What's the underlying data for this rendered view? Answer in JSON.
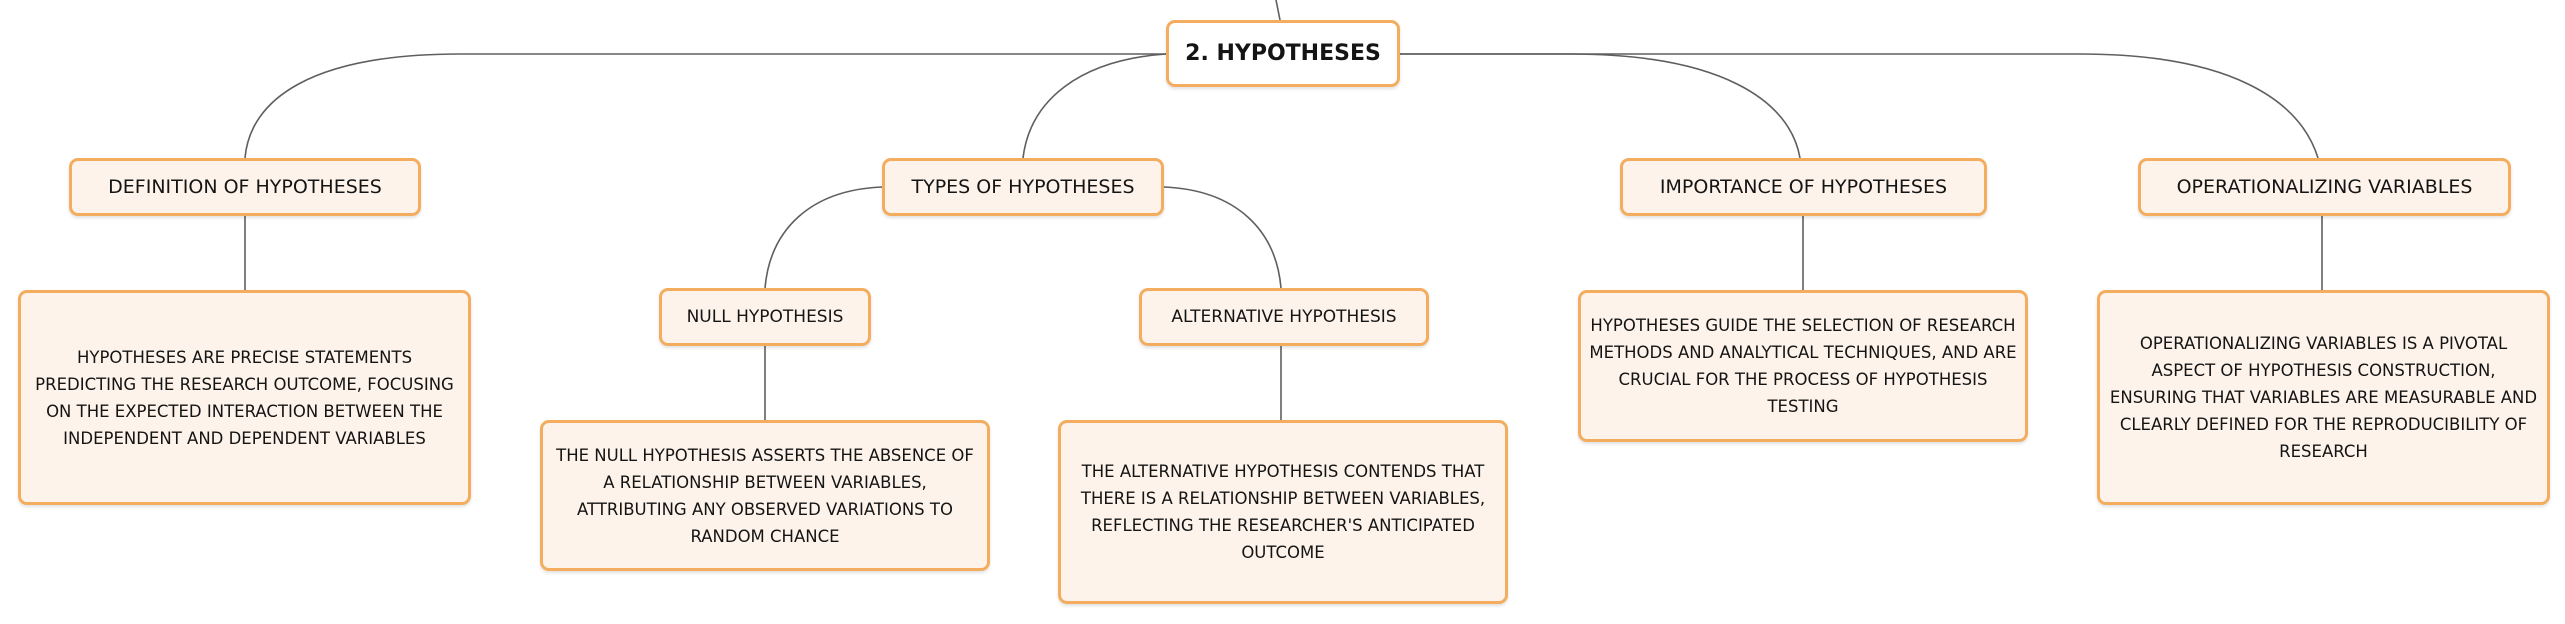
{
  "mindmap": {
    "root": "2. HYPOTHESES",
    "branches": {
      "definition": {
        "label": "DEFINITION OF HYPOTHESES",
        "detail": "HYPOTHESES ARE PRECISE STATEMENTS PREDICTING THE RESEARCH OUTCOME, FOCUSING ON THE EXPECTED INTERACTION BETWEEN THE INDEPENDENT AND DEPENDENT VARIABLES"
      },
      "types": {
        "label": "TYPES OF HYPOTHESES",
        "null": {
          "label": "NULL HYPOTHESIS",
          "detail": "THE NULL HYPOTHESIS ASSERTS THE ABSENCE OF A RELATIONSHIP BETWEEN VARIABLES, ATTRIBUTING ANY OBSERVED VARIATIONS TO RANDOM CHANCE"
        },
        "alternative": {
          "label": "ALTERNATIVE HYPOTHESIS",
          "detail": "THE ALTERNATIVE HYPOTHESIS CONTENDS THAT THERE IS A RELATIONSHIP BETWEEN VARIABLES, REFLECTING THE RESEARCHER'S ANTICIPATED OUTCOME"
        }
      },
      "importance": {
        "label": "IMPORTANCE OF HYPOTHESES",
        "detail": "HYPOTHESES GUIDE THE SELECTION OF RESEARCH METHODS AND ANALYTICAL TECHNIQUES, AND ARE CRUCIAL FOR THE PROCESS OF HYPOTHESIS TESTING"
      },
      "operationalizing": {
        "label": "OPERATIONALIZING VARIABLES",
        "detail": "OPERATIONALIZING VARIABLES IS A PIVOTAL ASPECT OF HYPOTHESIS CONSTRUCTION, ENSURING THAT VARIABLES ARE MEASURABLE AND CLEARLY DEFINED FOR THE REPRODUCIBILITY OF RESEARCH"
      }
    }
  }
}
